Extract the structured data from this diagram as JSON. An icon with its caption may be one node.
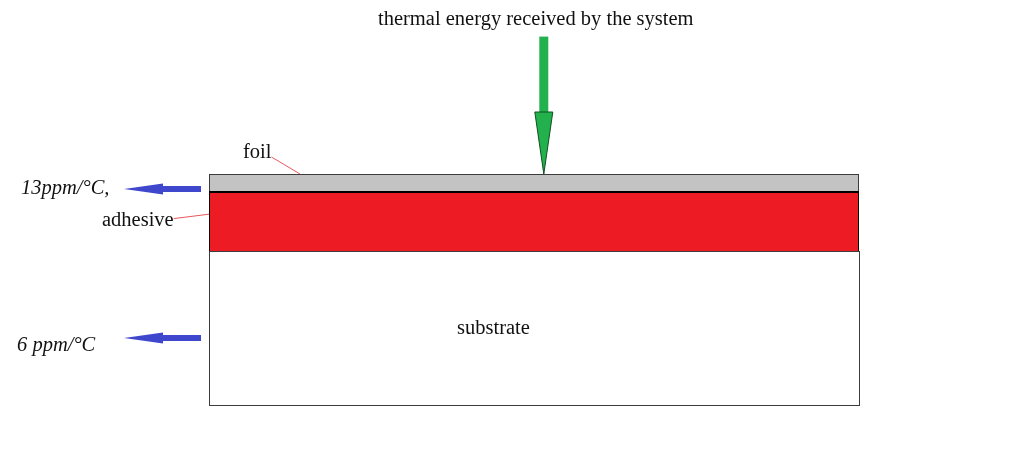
{
  "diagram": {
    "nodes": [
      {
        "text": [
          "thermal energy received by the system"
        ]
      },
      {
        "text": [
          "foil"
        ]
      },
      {
        "text": [],
        "shape": "box"
      },
      {
        "text": [
          "adhesive"
        ]
      },
      {
        "text": [],
        "shape": "box"
      },
      {
        "text": [
          "substrate"
        ]
      }
    ],
    "edges": [
      {
        "from": 0,
        "to": 2,
        "arrow": "to",
        "style": "thick",
        "color": "#22b14c"
      },
      {
        "from": 1,
        "to": 2,
        "arrow": "none"
      },
      {
        "from": 3,
        "to": 4,
        "arrow": "none"
      }
    ],
    "labels": [
      "13ppm/°C,",
      "6 ppm/°C"
    ]
  }
}
